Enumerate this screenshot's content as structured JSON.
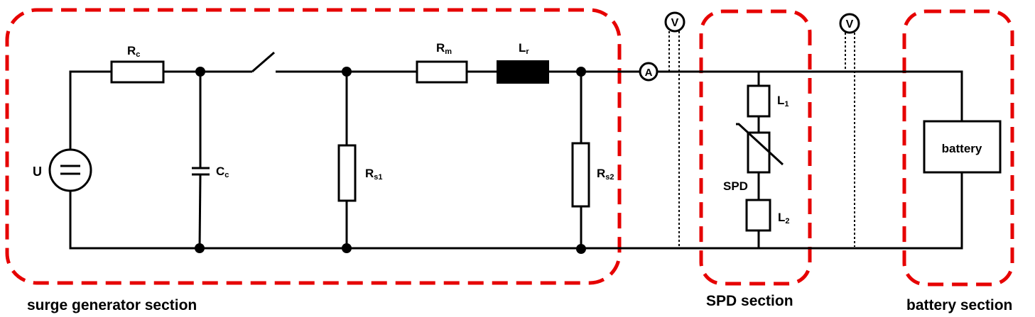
{
  "sections": {
    "surge_generator": "surge generator section",
    "spd": "SPD section",
    "battery": "battery section"
  },
  "components": {
    "source": {
      "label": "U",
      "symbol": "="
    },
    "rc": {
      "main": "R",
      "sub": "c"
    },
    "cc": {
      "main": "C",
      "sub": "c"
    },
    "rs1": {
      "main": "R",
      "sub": "s1"
    },
    "rm": {
      "main": "R",
      "sub": "m"
    },
    "lr": {
      "main": "L",
      "sub": "r"
    },
    "rs2": {
      "main": "R",
      "sub": "s2"
    },
    "l1": {
      "main": "L",
      "sub": "1"
    },
    "spd": {
      "label": "SPD"
    },
    "l2": {
      "main": "L",
      "sub": "2"
    },
    "battery": {
      "label": "battery"
    }
  },
  "meters": {
    "ammeter": "A",
    "voltmeter_1": "V",
    "voltmeter_2": "V"
  },
  "colors": {
    "section_border": "#e60000",
    "wire": "#000000"
  }
}
